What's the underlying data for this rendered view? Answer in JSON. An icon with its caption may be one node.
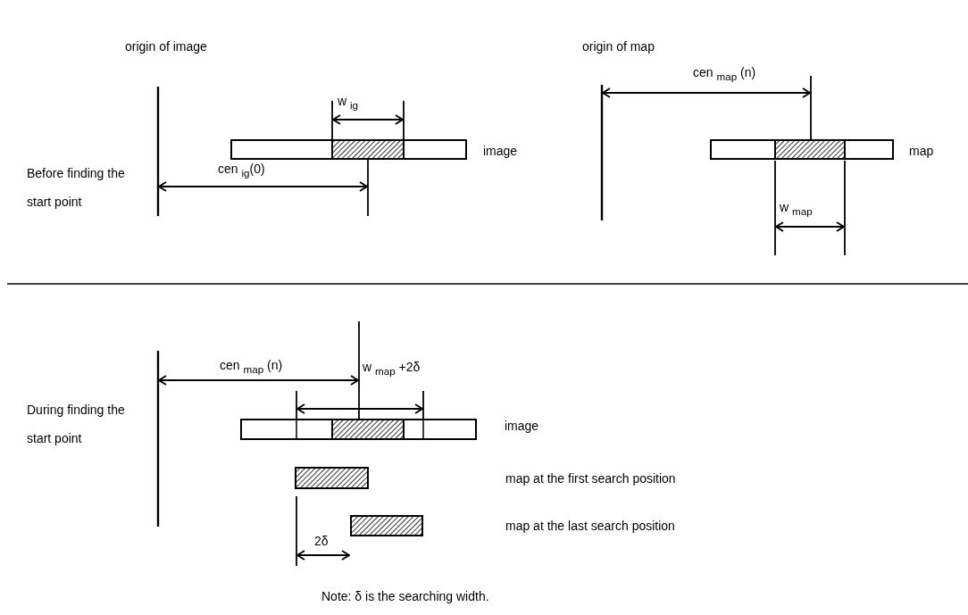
{
  "diagram": {
    "nodes": [
      {
        "text": [],
        "shape": "bar"
      },
      {
        "text": [],
        "shape": "bar"
      },
      {
        "text": [],
        "shape": "bar"
      },
      {
        "text": [],
        "shape": "bar"
      },
      {
        "text": [],
        "shape": "bar"
      }
    ],
    "labels": [
      "origin of image",
      "origin of map",
      "cen $_{map}$ (n)",
      "Before finding the start point",
      "w $_{ig}$",
      "image",
      "map",
      "cen $_{ig}$(0)",
      "w $_{map}$",
      "During finding the start point",
      "cen $_{map}$ (n)",
      "w $_{map}$ +2δ",
      "image",
      "map at the first search position",
      "map at the last search position",
      "2δ",
      "Note: δ is the searching width."
    ]
  }
}
